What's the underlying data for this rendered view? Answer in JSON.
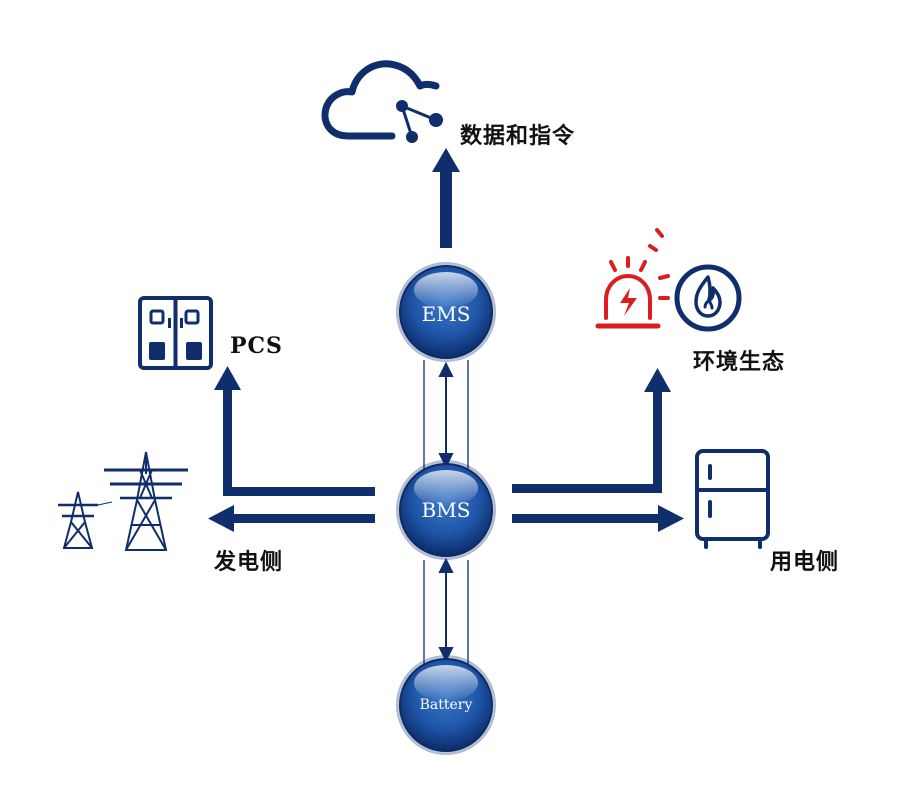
{
  "labels": {
    "cloud": "数据和指令",
    "pcs": "PCS",
    "env": "环境生态",
    "gen_side": "发电侧",
    "use_side": "用电侧"
  },
  "nodes": {
    "ems": "EMS",
    "bms": "BMS",
    "battery": "Battery"
  },
  "icons": {
    "cloud": "cloud-share-icon",
    "pcs": "pcs-cabinet-icon",
    "alarm": "alarm-siren-icon",
    "fire": "fire-icon",
    "tower": "transmission-tower-icon",
    "fridge": "refrigerator-icon"
  },
  "colors": {
    "primary": "#0f2e6b",
    "node_fill": "#1f55a8",
    "alarm": "#d81e1e",
    "text": "#111111"
  }
}
